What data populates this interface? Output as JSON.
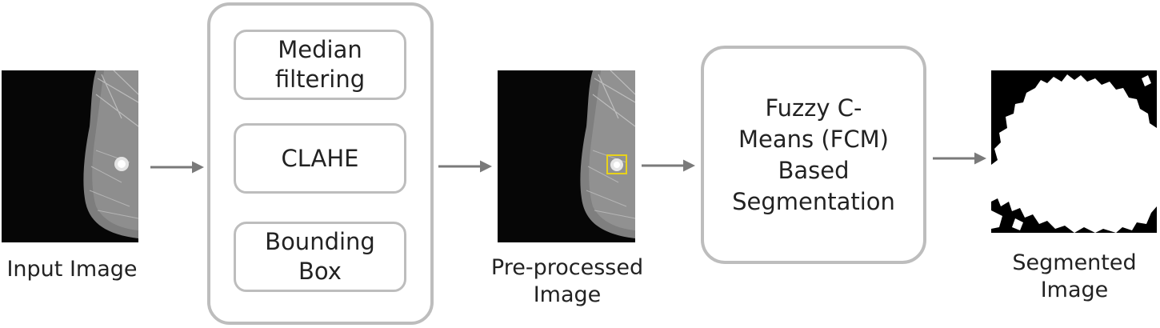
{
  "stages": {
    "input_caption": "Input Image",
    "preprocessed_caption": "Pre-processed\nImage",
    "segmented_caption": "Segmented\nImage"
  },
  "preprocessing": {
    "steps": [
      "Median\nfiltering",
      "CLAHE",
      "Bounding\nBox"
    ]
  },
  "segmentation": {
    "label": "Fuzzy C-\nMeans (FCM)\nBased\nSegmentation"
  },
  "colors": {
    "arrow": "#7a7a7a",
    "box_border": "#bdbdbd",
    "bounding_box": "#e8d21a"
  }
}
